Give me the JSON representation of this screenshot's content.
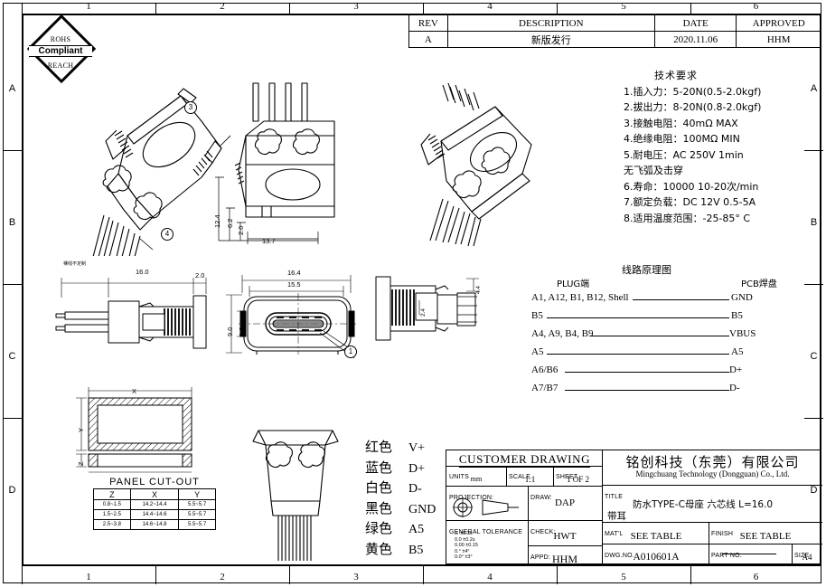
{
  "sheet": {
    "zones_top": [
      "1",
      "2",
      "3",
      "4",
      "5",
      "6"
    ],
    "zones_bottom": [
      "1",
      "2",
      "3",
      "4",
      "5",
      "6"
    ],
    "zones_left": [
      "A",
      "B",
      "C",
      "D"
    ],
    "zones_right": [
      "A",
      "B",
      "C",
      "D"
    ]
  },
  "rohs": {
    "line1": "ROHS",
    "line2": "Compliant",
    "line3": "REACH"
  },
  "revision": {
    "headers": [
      "REV",
      "DESCRIPTION",
      "DATE",
      "APPROVED"
    ],
    "rows": [
      {
        "rev": "A",
        "description": "新版发行",
        "date": "2020.11.06",
        "approved": "HHM"
      }
    ]
  },
  "tech_requirements": {
    "title": "技术要求",
    "items": [
      "1.插入力：5-20N(0.5-2.0kgf)",
      "2.拔出力：8-20N(0.8-2.0kgf)",
      "3.接触电阻：40mΩ MAX",
      "4.绝缘电阻：100MΩ MIN",
      "5.耐电压：AC 250V 1min",
      "无飞弧及击穿",
      "6.寿命：10000 10-20次/min",
      "7.额定负载：DC 12V 0.5-5A",
      "8.适用温度范围：-25-85° C"
    ]
  },
  "schematic": {
    "title": "线路原理图",
    "header_left": "PLUG端",
    "header_right": "PCB焊盘",
    "rows": [
      {
        "plug": "A1, A12, B1, B12, Shell",
        "pad": "GND"
      },
      {
        "plug": "B5",
        "pad": "B5"
      },
      {
        "plug": "A4, A9, B4, B9",
        "pad": "VBUS"
      },
      {
        "plug": "A5",
        "pad": "A5"
      },
      {
        "plug": "A6/B6",
        "pad": "D+"
      },
      {
        "plug": "A7/B7",
        "pad": "D-"
      }
    ]
  },
  "wire_colors": [
    {
      "color": "红色",
      "signal": "V+"
    },
    {
      "color": "蓝色",
      "signal": "D+"
    },
    {
      "color": "白色",
      "signal": "D-"
    },
    {
      "color": "黑色",
      "signal": "GND"
    },
    {
      "color": "绿色",
      "signal": "A5"
    },
    {
      "color": "黄色",
      "signal": "B5"
    }
  ],
  "panel_cutout": {
    "title": "PANEL CUT-OUT",
    "headers": [
      "Z",
      "X",
      "Y"
    ],
    "rows": [
      [
        "0.8~1.5",
        "14.2~14.4",
        "5.5~5.7"
      ],
      [
        "1.5~2.5",
        "14.4~14.6",
        "5.5~5.7"
      ],
      [
        "2.5~3.8",
        "14.6~14.8",
        "5.5~5.7"
      ]
    ]
  },
  "dimensions": {
    "iso_124": "12.4",
    "iso_62": "6.2",
    "iso_20": "2.0",
    "iso_137": "13.7",
    "side_note": "裸线不定制",
    "side_160": "16.0",
    "side_20": "2.0",
    "front_164": "16.4",
    "front_155": "15.5",
    "front_90": "9.0",
    "front_28": "2.8",
    "right_44": "4.4",
    "right_24": "2.4",
    "cut_x": "X",
    "cut_y": "Y",
    "cut_z": "Z"
  },
  "balloons": {
    "b3": "3",
    "b4": "4",
    "b1": "1"
  },
  "title_block": {
    "customer_drawing": "CUSTOMER DRAWING",
    "units_label": "UNITS",
    "units_value": "mm",
    "scale_label": "SCALE",
    "scale_value": "1:1",
    "sheet_label": "SHEET",
    "sheet_value": "1 OF 2",
    "projection_label": "PROJECTION:",
    "draw_label": "DRAW:",
    "draw_value": "DAP",
    "check_label": "CHECK:",
    "check_value": "HWT",
    "appd_label": "APPD:",
    "appd_value": "HHM",
    "general_tolerance_label": "GENERAL TOLERANCE",
    "general_tolerance": [
      "0.     ±0.3s",
      "0.0   ±0.2s",
      "0.00 ±0.15",
      "0.°   ±4°",
      "0.0°  ±3°"
    ],
    "company_cn": "铭创科技（东莞）有限公司",
    "company_en": "Mingchuang Technology (Dongguan) Co., Ltd.",
    "title_label": "TITLE",
    "title_value_1": "防水TYPE-C母座 六芯线 L=16.0",
    "title_value_2": "带耳",
    "matl_label": "MAT'L",
    "matl_value": "SEE TABLE",
    "finish_label": "FINISH",
    "finish_value": "SEE TABLE",
    "dwgno_label": "DWG.NO.",
    "dwgno_value": "A010601A",
    "partno_label": "PART NO.",
    "partno_value": "",
    "size_label": "SIZE",
    "size_value": "A4"
  }
}
